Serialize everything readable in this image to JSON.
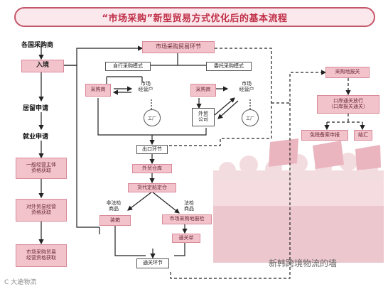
{
  "title": "“市场采购”新型贸易方式优化后的基本流程",
  "left_column": {
    "merchants": "各国采购商",
    "entry": "入境",
    "residence": "居留申请",
    "employment": "就业申请",
    "step1": "一般经营主体\n资格获取",
    "step2": "对外贸易经营\n资格获取",
    "step3": "市场采购贸易\n经营资格获取"
  },
  "center": {
    "trade_link": "市场采购贸易环节",
    "self_mode": "自行采购模式",
    "entrust_mode": "委托采购模式",
    "buyer_a": "采购商",
    "operator_a": "市场\n经营户",
    "factory_a": "工厂",
    "buyer_b": "采购商",
    "operator_b": "市场\n经营户",
    "foreign_trade_co": "外贸\n公司",
    "factory_b": "工厂",
    "export_link": "出口环节",
    "warehouse": "外贸仓库",
    "consolidation": "货代定船定仓",
    "non_legal_inspection": "非法检\n商品",
    "legal_inspection": "法检\n商品",
    "packing": "装箱",
    "local_inspection": "市场采购地报检",
    "clearance_form": "通关单",
    "customs_link": "通关环节"
  },
  "right": {
    "declare": "采购地报关",
    "port_release": "口岸通关放行\n（口岸报关通关）",
    "tax_exempt": "免税备案申报",
    "settlement": "结汇"
  },
  "watermark_left": "C 大途物流",
  "watermark_right": "新韩跨境物流的墙"
}
